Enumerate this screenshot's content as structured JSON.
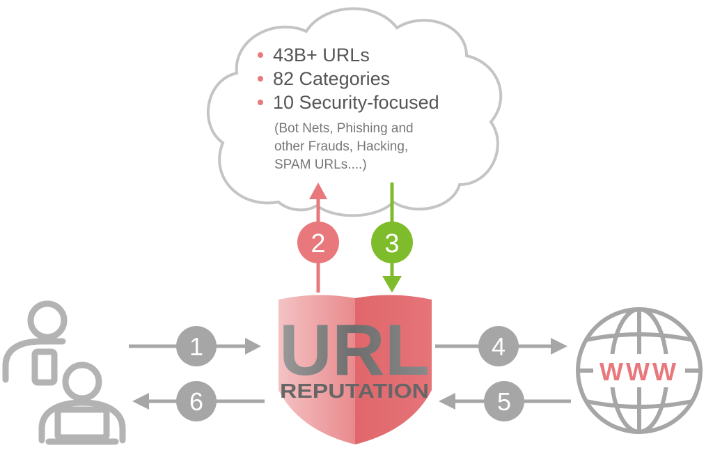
{
  "cloud": {
    "bullets": [
      "43B+ URLs",
      "82 Categories",
      "10 Security-focused"
    ],
    "note_lines": [
      "(Bot Nets, Phishing and",
      "other Frauds, Hacking,",
      "SPAM URLs....)"
    ]
  },
  "shield": {
    "title": "URL",
    "subtitle": "REPUTATION"
  },
  "globe": {
    "label": "WWW"
  },
  "steps": [
    {
      "number": "1",
      "color": "#a6a6a6"
    },
    {
      "number": "2",
      "color": "#e8787c"
    },
    {
      "number": "3",
      "color": "#7fbc2b"
    },
    {
      "number": "4",
      "color": "#a6a6a6"
    },
    {
      "number": "5",
      "color": "#a6a6a6"
    },
    {
      "number": "6",
      "color": "#a6a6a6"
    }
  ],
  "colors": {
    "gray": "#a6a6a6",
    "red": "#e8787c",
    "green": "#7fbc2b",
    "shield_red": "#e0676c",
    "text": "#555555"
  },
  "icons": {
    "users": "users-icon",
    "globe": "globe-icon",
    "shield": "shield-icon",
    "cloud": "cloud-icon"
  }
}
